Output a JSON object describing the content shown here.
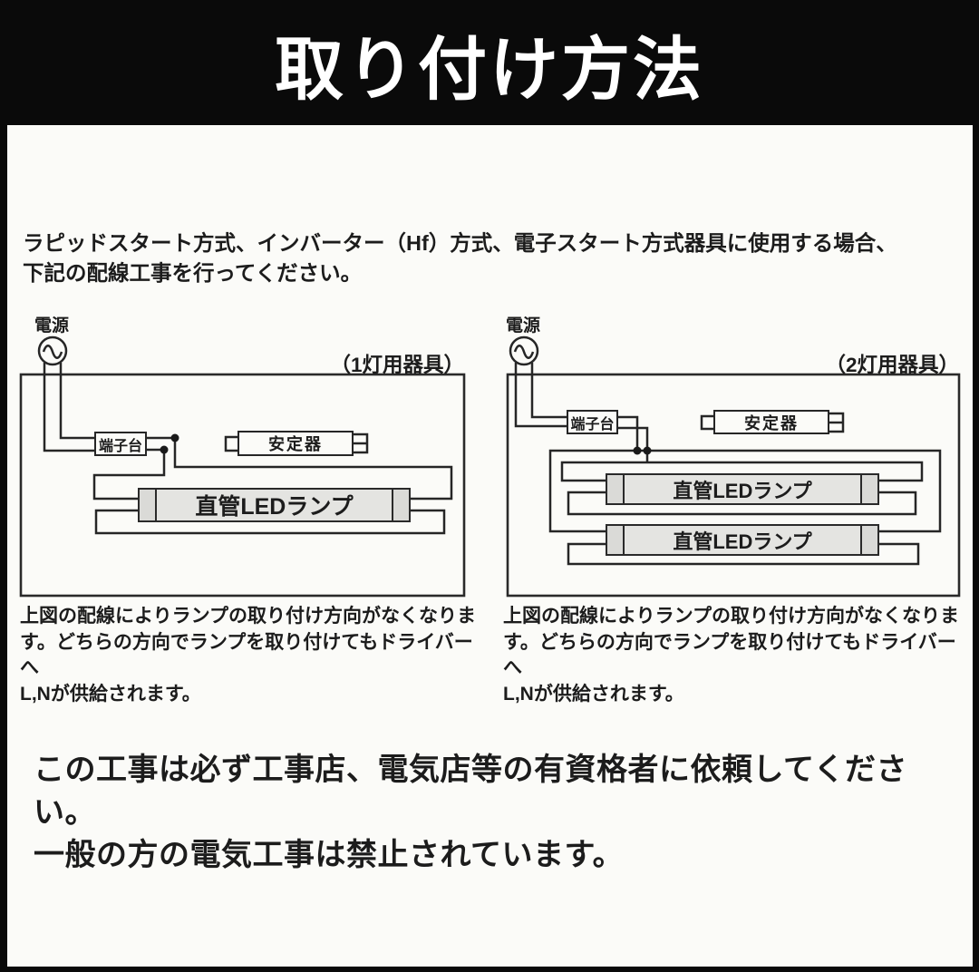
{
  "header": {
    "title": "取り付け方法"
  },
  "intro": "ラピッドスタート方式、インバーター（Hf）方式、電子スタート方式器具に使用する場合、\n下記の配線工事を行ってください。",
  "diagram_left": {
    "fixture_label": "（1灯用器具）",
    "power_label": "電源",
    "power_symbol": "ac-sine",
    "terminal_label": "端子台",
    "ballast_label": "安定器",
    "lamp_label": "直管LEDランプ",
    "caption": "上図の配線によりランプの取り付け方向がなくなりま\nす。どちらの方向でランプを取り付けてもドライバーへ\nL,Nが供給されます。"
  },
  "diagram_right": {
    "fixture_label": "（2灯用器具）",
    "power_label": "電源",
    "power_symbol": "ac-sine",
    "terminal_label": "端子台",
    "ballast_label": "安定器",
    "lamp1_label": "直管LEDランプ",
    "lamp2_label": "直管LEDランプ",
    "caption": "上図の配線によりランプの取り付け方向がなくなりま\nす。どちらの方向でランプを取り付けてもドライバーへ\nL,Nが供給されます。"
  },
  "warning": "この工事は必ず工事店、電気店等の有資格者に依頼してください。\n一般の方の電気工事は禁止されています。",
  "colors": {
    "frame": "#0a0a0a",
    "title_text": "#ffffff",
    "background": "#fbfbf8",
    "wire": "#262626",
    "lamp_body_fill": "#e4e4e1",
    "lamp_cap_fill": "#dadad7",
    "text": "#1c1c1c"
  }
}
